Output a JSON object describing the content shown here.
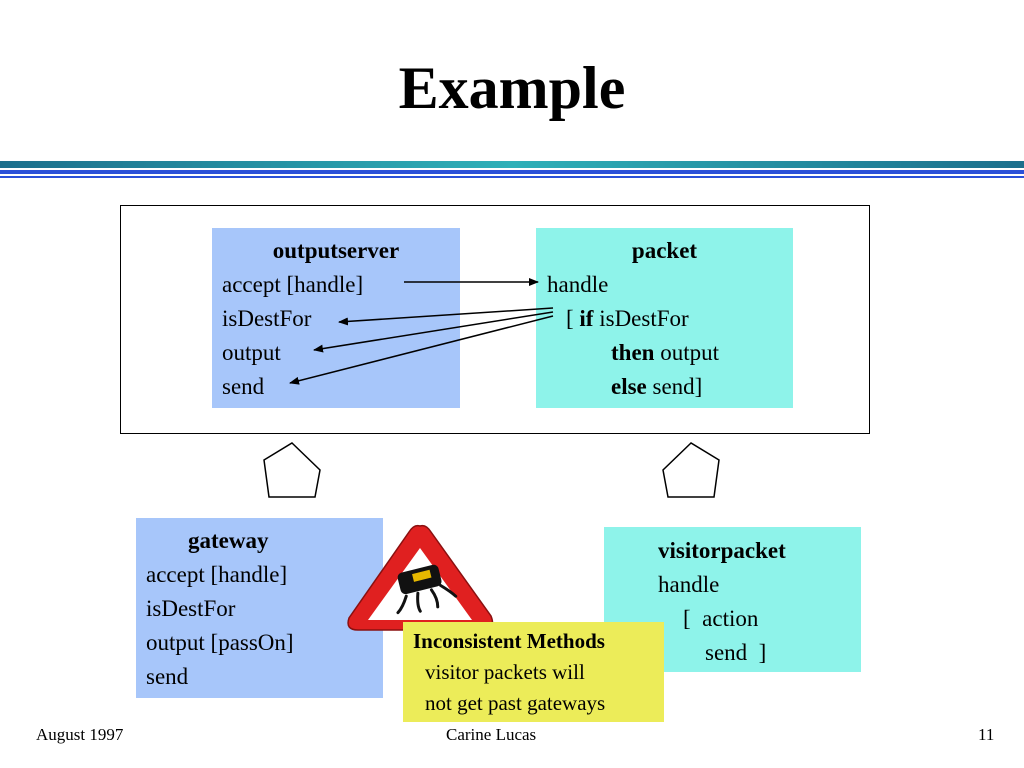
{
  "title": "Example",
  "outputserver": {
    "name": "outputserver",
    "lines": [
      "accept [handle]",
      "isDestFor",
      "output",
      "send"
    ]
  },
  "packet": {
    "name": "packet",
    "line1": "handle",
    "line2_open": "[ ",
    "kw_if": "if",
    "line2_rest": " isDestFor",
    "kw_then": "then",
    "line3_rest": " output",
    "kw_else": "else",
    "line4_rest": " send]"
  },
  "gateway": {
    "name": "gateway",
    "lines": [
      "accept [handle]",
      "isDestFor",
      "output [passOn]",
      "send"
    ]
  },
  "visitorpacket": {
    "name": "visitorpacket",
    "lines": [
      "handle",
      "[  action",
      "send  ]"
    ]
  },
  "callout": {
    "heading": "Inconsistent Methods",
    "line1": "visitor packets will",
    "line2": "not get past gateways"
  },
  "footer": {
    "date": "August 1997",
    "author": "Carine Lucas",
    "page": "11"
  },
  "colors": {
    "class_blue": "#a7c6fa",
    "class_cyan": "#8ef3ea",
    "callout_yellow": "#ecec59",
    "warning_red": "#e02020"
  }
}
